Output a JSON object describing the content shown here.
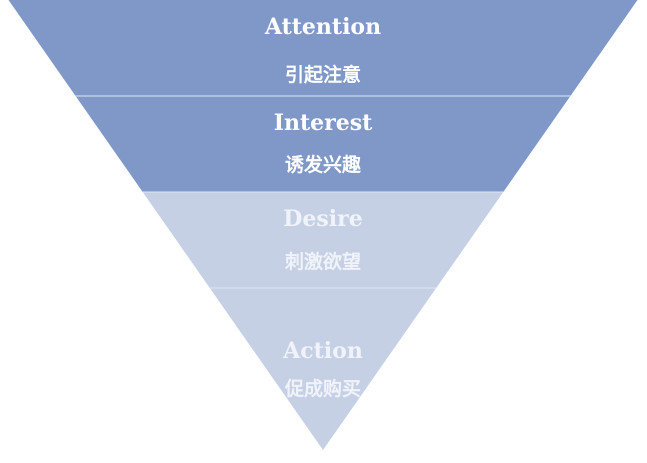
{
  "colors": {
    "strong": "#7f98c7",
    "light": "#c5d0e5",
    "divider": "#dfe6f2"
  },
  "funnel": [
    {
      "en": "Attention",
      "zh": "引起注意",
      "tone": "strong"
    },
    {
      "en": "Interest",
      "zh": "诱发兴趣",
      "tone": "strong"
    },
    {
      "en": "Desire",
      "zh": "刺激欲望",
      "tone": "light"
    },
    {
      "en": "Action",
      "zh": "促成购买",
      "tone": "light"
    }
  ]
}
